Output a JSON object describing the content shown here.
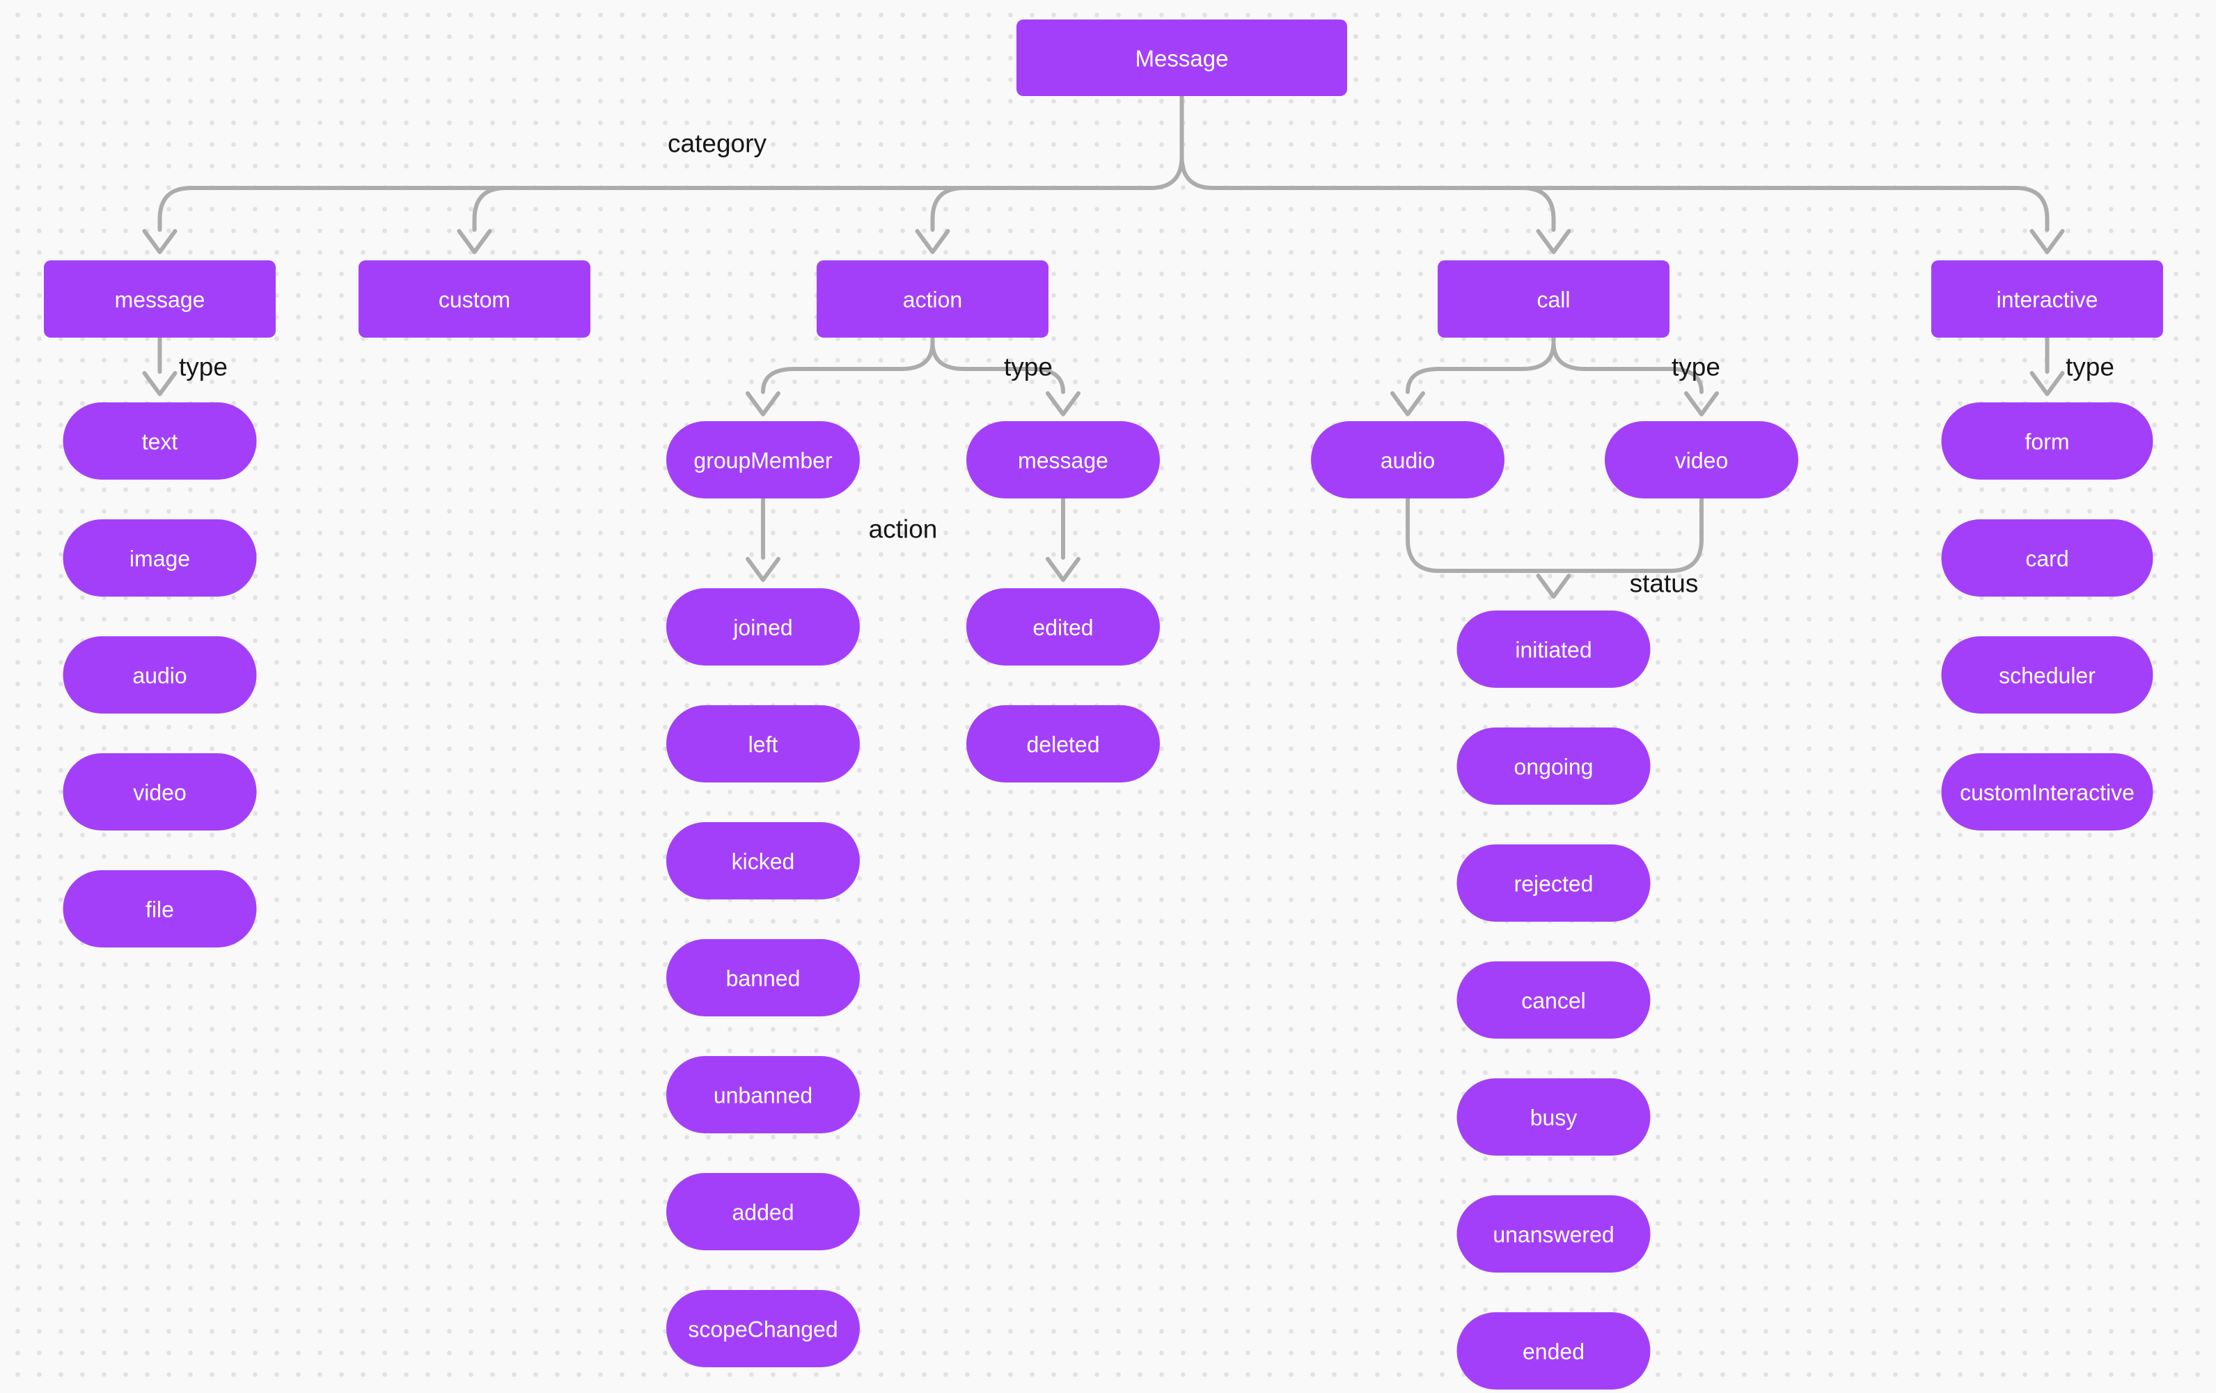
{
  "theme": {
    "bg": "#F9F9F9",
    "dot": "#E2E2E2",
    "node-fill": "#A43FF9",
    "node-text": "#FFFFFF",
    "edge": "#ACACAC",
    "label": "#161616"
  },
  "nodes": {
    "root": "Message",
    "categories": [
      "message",
      "custom",
      "action",
      "call",
      "interactive"
    ],
    "message_types": [
      "text",
      "image",
      "audio",
      "video",
      "file"
    ],
    "action_types": [
      "groupMember",
      "message"
    ],
    "group_member_actions": [
      "joined",
      "left",
      "kicked",
      "banned",
      "unbanned",
      "added",
      "scopeChanged"
    ],
    "message_actions": [
      "edited",
      "deleted"
    ],
    "call_types": [
      "audio",
      "video"
    ],
    "call_statuses": [
      "initiated",
      "ongoing",
      "rejected",
      "cancel",
      "busy",
      "unanswered",
      "ended"
    ],
    "interactive_types": [
      "form",
      "card",
      "scheduler",
      "customInteractive"
    ]
  },
  "labels": {
    "category": "category",
    "type": "type",
    "action": "action",
    "status": "status"
  }
}
